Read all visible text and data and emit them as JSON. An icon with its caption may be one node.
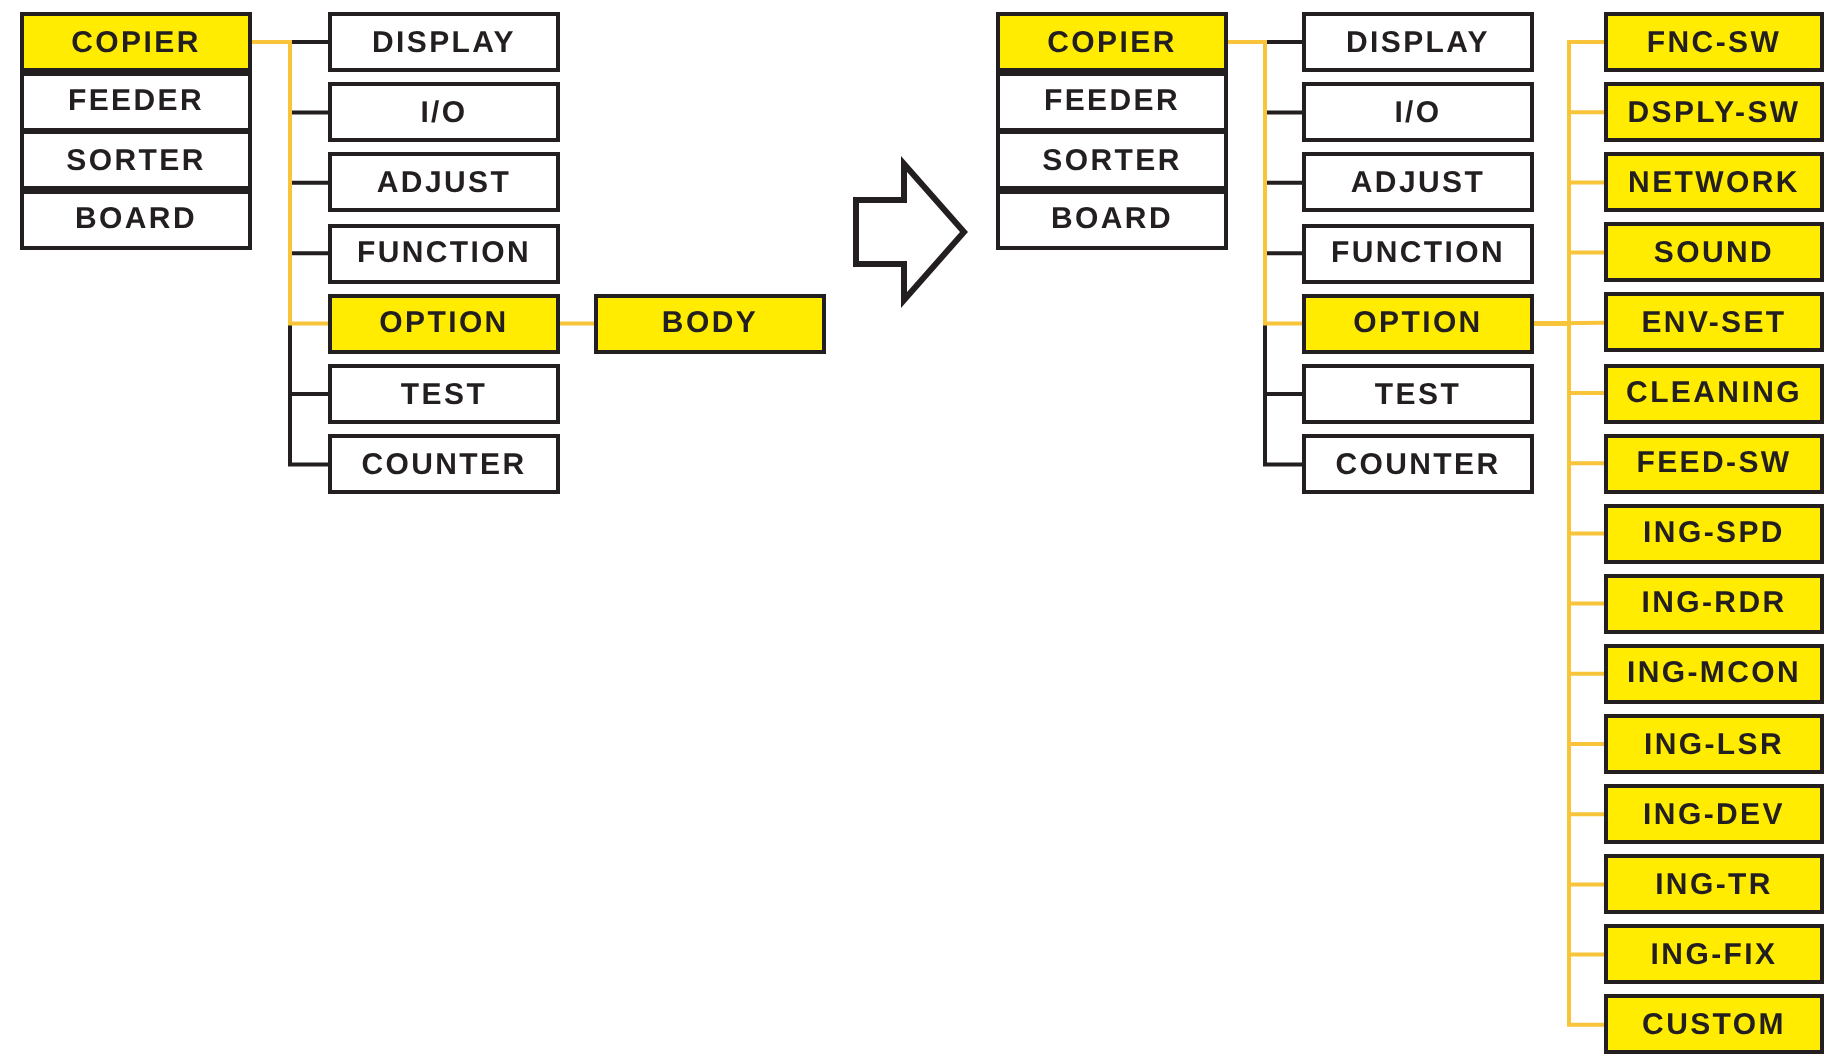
{
  "diagram": {
    "nodes": [
      {
        "text": [
          "COPIER"
        ]
      },
      {
        "text": [
          "FEEDER"
        ]
      },
      {
        "text": [
          "SORTER"
        ]
      },
      {
        "text": [
          "BOARD"
        ]
      },
      {
        "text": [
          "DISPLAY"
        ]
      },
      {
        "text": [
          "I/O"
        ]
      },
      {
        "text": [
          "ADJUST"
        ]
      },
      {
        "text": [
          "FUNCTION"
        ]
      },
      {
        "text": [
          "OPTION"
        ]
      },
      {
        "text": [
          "TEST"
        ]
      },
      {
        "text": [
          "COUNTER"
        ]
      },
      {
        "text": [
          "BODY"
        ]
      },
      {
        "text": [
          "COPIER"
        ]
      },
      {
        "text": [
          "FEEDER"
        ]
      },
      {
        "text": [
          "SORTER"
        ]
      },
      {
        "text": [
          "BOARD"
        ]
      },
      {
        "text": [
          "DISPLAY"
        ]
      },
      {
        "text": [
          "I/O"
        ]
      },
      {
        "text": [
          "ADJUST"
        ]
      },
      {
        "text": [
          "FUNCTION"
        ]
      },
      {
        "text": [
          "OPTION"
        ]
      },
      {
        "text": [
          "TEST"
        ]
      },
      {
        "text": [
          "COUNTER"
        ]
      },
      {
        "text": [
          "FNC-SW"
        ]
      },
      {
        "text": [
          "DSPLY-SW"
        ]
      },
      {
        "text": [
          "NETWORK"
        ]
      },
      {
        "text": [
          "SOUND"
        ]
      },
      {
        "text": [
          "ENV-SET"
        ]
      },
      {
        "text": [
          "CLEANING"
        ]
      },
      {
        "text": [
          "FEED-SW"
        ]
      },
      {
        "text": [
          "ING-SPD"
        ]
      },
      {
        "text": [
          "ING-RDR"
        ]
      },
      {
        "text": [
          "ING-MCON"
        ]
      },
      {
        "text": [
          "ING-LSR"
        ]
      },
      {
        "text": [
          "ING-DEV"
        ]
      },
      {
        "text": [
          "ING-TR"
        ]
      },
      {
        "text": [
          "ING-FIX"
        ]
      },
      {
        "text": [
          "CUSTOM"
        ]
      }
    ],
    "edges": [
      {
        "from": 0,
        "to": 4,
        "arrow": "none",
        "color": "#231f20"
      },
      {
        "from": 0,
        "to": 5,
        "arrow": "none",
        "color": "#231f20"
      },
      {
        "from": 0,
        "to": 6,
        "arrow": "none",
        "color": "#231f20"
      },
      {
        "from": 0,
        "to": 7,
        "arrow": "none",
        "color": "#231f20"
      },
      {
        "from": 0,
        "to": 9,
        "arrow": "none",
        "color": "#231f20"
      },
      {
        "from": 0,
        "to": 10,
        "arrow": "none",
        "color": "#231f20"
      },
      {
        "from": 0,
        "to": 8,
        "arrow": "none"
      },
      {
        "from": 8,
        "to": 11,
        "arrow": "none"
      },
      {
        "from": 12,
        "to": 16,
        "arrow": "none",
        "color": "#231f20"
      },
      {
        "from": 12,
        "to": 17,
        "arrow": "none",
        "color": "#231f20"
      },
      {
        "from": 12,
        "to": 18,
        "arrow": "none",
        "color": "#231f20"
      },
      {
        "from": 12,
        "to": 19,
        "arrow": "none",
        "color": "#231f20"
      },
      {
        "from": 12,
        "to": 21,
        "arrow": "none",
        "color": "#231f20"
      },
      {
        "from": 12,
        "to": 22,
        "arrow": "none",
        "color": "#231f20"
      },
      {
        "from": 12,
        "to": 20,
        "arrow": "none"
      },
      {
        "from": 20,
        "to": 23,
        "arrow": "none"
      },
      {
        "from": 20,
        "to": 24,
        "arrow": "none"
      },
      {
        "from": 20,
        "to": 25,
        "arrow": "none"
      },
      {
        "from": 20,
        "to": 26,
        "arrow": "none"
      },
      {
        "from": 20,
        "to": 27,
        "arrow": "none"
      },
      {
        "from": 20,
        "to": 28,
        "arrow": "none"
      },
      {
        "from": 20,
        "to": 29,
        "arrow": "none"
      },
      {
        "from": 20,
        "to": 30,
        "arrow": "none"
      },
      {
        "from": 20,
        "to": 31,
        "arrow": "none"
      },
      {
        "from": 20,
        "to": 32,
        "arrow": "none"
      },
      {
        "from": 20,
        "to": 33,
        "arrow": "none"
      },
      {
        "from": 20,
        "to": 34,
        "arrow": "none"
      },
      {
        "from": 20,
        "to": 35,
        "arrow": "none"
      },
      {
        "from": 20,
        "to": 36,
        "arrow": "none"
      },
      {
        "from": 20,
        "to": 37,
        "arrow": "none"
      }
    ]
  }
}
